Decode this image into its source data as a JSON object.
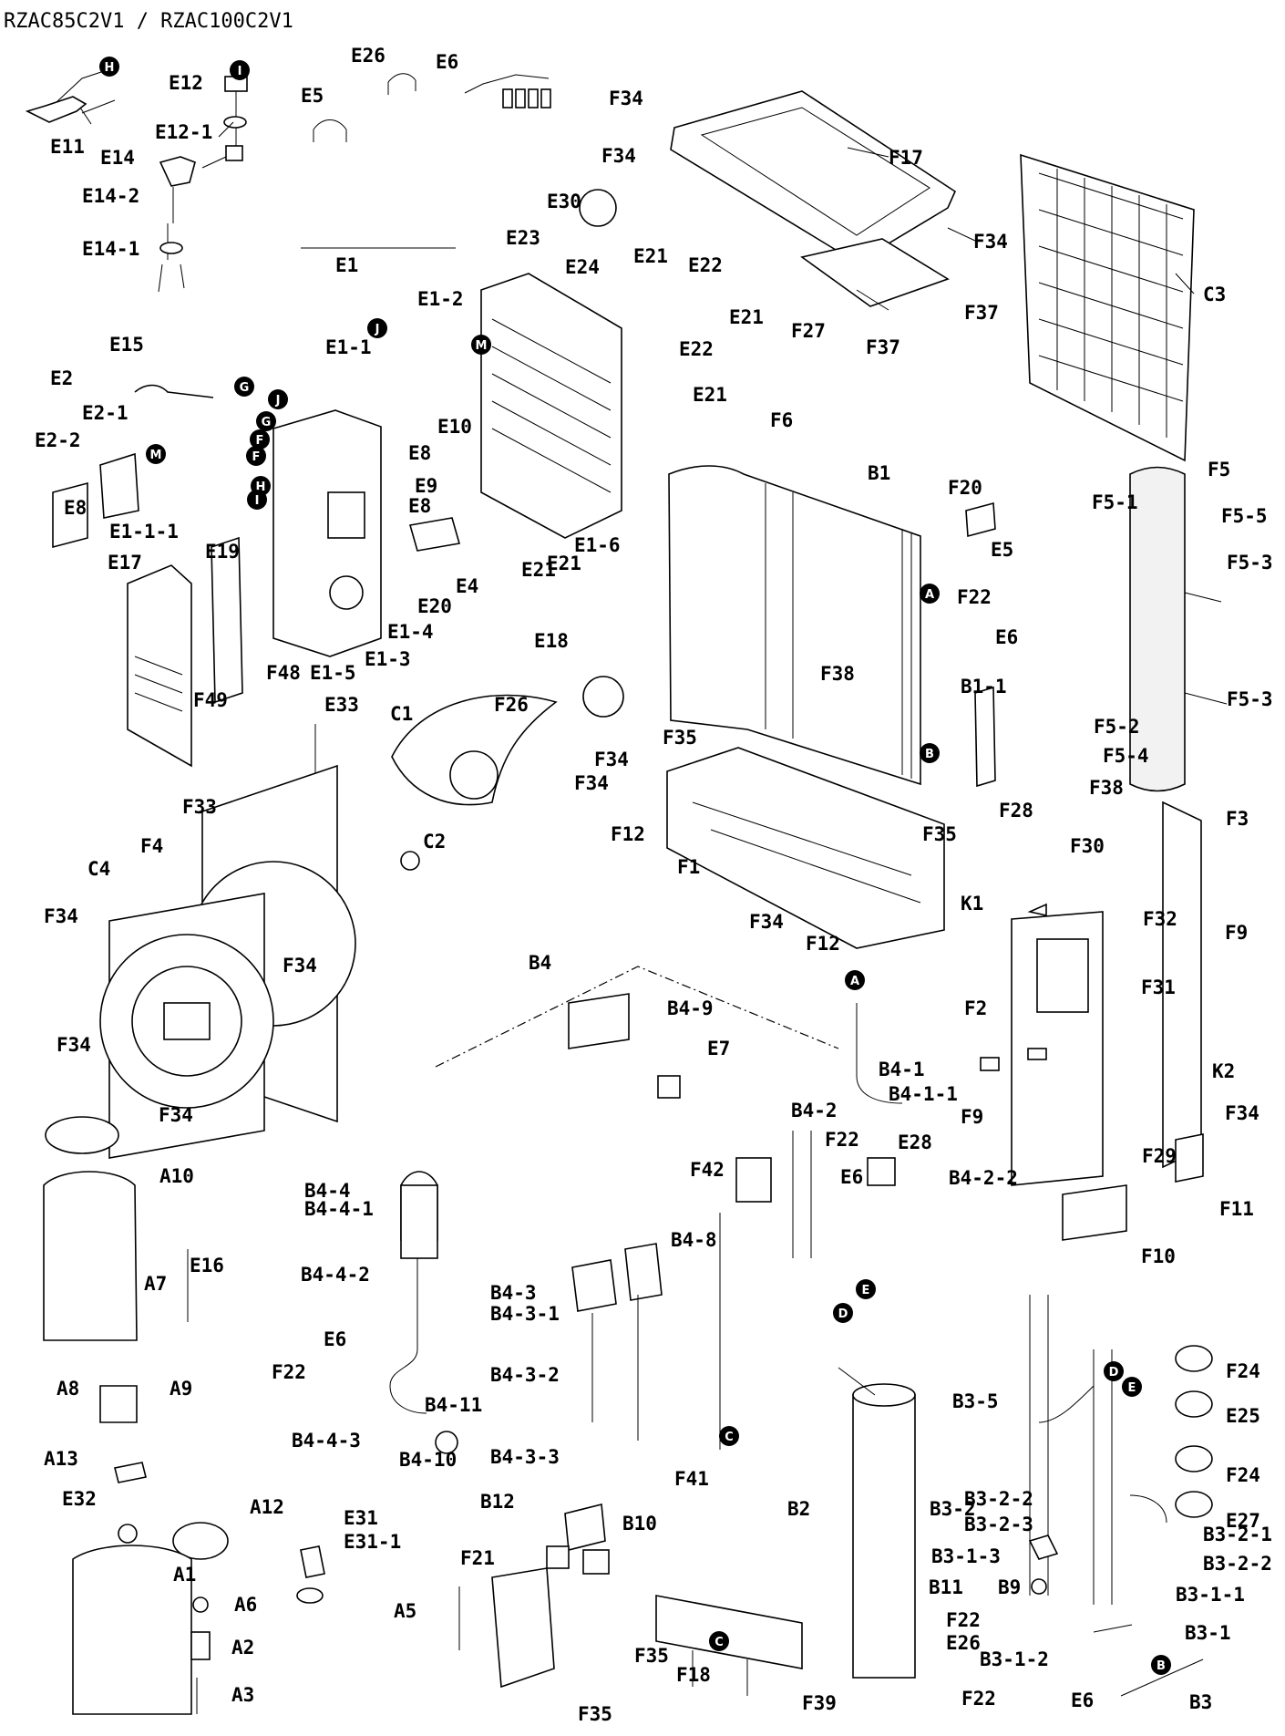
{
  "title": "RZAC85C2V1 / RZAC100C2V1",
  "labels": [
    "E11",
    "E12",
    "E12-1",
    "E26",
    "E6",
    "E5",
    "E14",
    "E14-2",
    "E14-1",
    "F34",
    "F34",
    "F17",
    "E30",
    "F34",
    "E23",
    "E24",
    "E21",
    "E22",
    "E21",
    "E22",
    "E21",
    "E21",
    "F27",
    "F37",
    "F37",
    "C3",
    "E1",
    "E1-2",
    "E1-1",
    "E15",
    "E2",
    "E2-1",
    "E2-2",
    "E8",
    "E10",
    "E8",
    "E9",
    "E8",
    "E1-6",
    "E21",
    "E4",
    "E20",
    "E19",
    "E1-1-1",
    "E17",
    "F48",
    "F49",
    "E1-4",
    "E1-3",
    "E1-5",
    "F6",
    "B1",
    "F20",
    "E5",
    "F22",
    "E6",
    "F5",
    "F5-1",
    "F5-5",
    "F5-3",
    "F5-3",
    "F5-2",
    "F5-4",
    "F38",
    "E18",
    "F26",
    "C1",
    "E33",
    "F35",
    "F34",
    "F38",
    "B1-1",
    "F34",
    "F12",
    "F35",
    "F1",
    "F34",
    "F12",
    "F33",
    "F4",
    "C4",
    "F34",
    "F34",
    "F34",
    "F34",
    "C2",
    "F28",
    "F30",
    "F3",
    "K1",
    "F32",
    "F9",
    "F31",
    "F2",
    "K2",
    "F9",
    "F34",
    "F29",
    "F11",
    "F10",
    "B4",
    "B4-9",
    "E7",
    "B4-1",
    "B4-1-1",
    "B4-2",
    "F22",
    "E28",
    "F42",
    "E6",
    "B4-2-2",
    "A10",
    "A7",
    "E16",
    "B4-4",
    "B4-4-1",
    "B4-4-2",
    "B4-3",
    "B4-3-1",
    "B4-8",
    "E6",
    "F22",
    "B4-4-3",
    "B4-11",
    "B4-10",
    "A8",
    "A9",
    "A13",
    "E32",
    "A12",
    "B4-3-2",
    "B4-3-3",
    "B12",
    "B10",
    "F41",
    "F24",
    "E25",
    "F24",
    "E27",
    "B3-5",
    "B2",
    "B3-2",
    "B3-2-2",
    "B3-2-3",
    "B3-1-3",
    "B11",
    "B9",
    "B3-2-1",
    "B3-2-2",
    "B3-1-1",
    "B3-1",
    "F22",
    "E26",
    "B3-1-2",
    "F22",
    "E6",
    "B3",
    "A1",
    "A6",
    "A2",
    "A3",
    "E31",
    "E31-1",
    "A5",
    "F21",
    "F35",
    "F18",
    "F35",
    "F39"
  ],
  "markers": [
    "H",
    "I",
    "J",
    "G",
    "F",
    "M",
    "J",
    "G",
    "F",
    "H",
    "I",
    "M",
    "A",
    "B",
    "A",
    "C",
    "E",
    "D",
    "D",
    "E",
    "C",
    "B"
  ]
}
